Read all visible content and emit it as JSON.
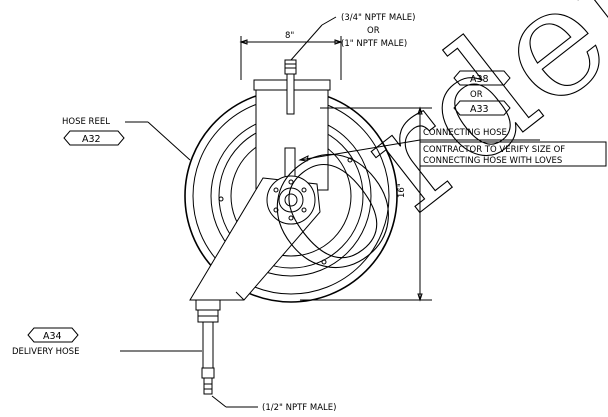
{
  "top_fitting": {
    "line1": "(3/4\" NPTF MALE)",
    "line2": "OR",
    "line3": "(1\" NPTF MALE)",
    "width_dim": "8\""
  },
  "hose_reel": {
    "label": "HOSE REEL",
    "tag": "A32"
  },
  "connecting_hose": {
    "tag1": "A38",
    "or": "OR",
    "tag2": "A33",
    "label": "CONNECTING HOSE",
    "note_line1": "CONTRACTOR TO VERIFY SIZE OF",
    "note_line2": "CONNECTING HOSE WITH LOVES"
  },
  "height_dim": "16\"",
  "delivery_hose": {
    "tag": "A34",
    "label": "DELIVERY HOSE"
  },
  "bottom_fitting": {
    "label": "(1/2\" NPTF MALE)"
  },
  "watermark": "Order"
}
